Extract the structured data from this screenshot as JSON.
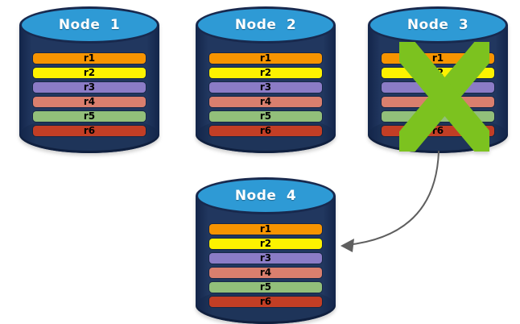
{
  "nodes": [
    {
      "label": "Node 1",
      "failed": false,
      "records": [
        {
          "label": "r1",
          "color": "#F79400"
        },
        {
          "label": "r2",
          "color": "#FDF200"
        },
        {
          "label": "r3",
          "color": "#8B7CC6"
        },
        {
          "label": "r4",
          "color": "#D97F6E"
        },
        {
          "label": "r5",
          "color": "#92BF7A"
        },
        {
          "label": "r6",
          "color": "#C23E25"
        }
      ]
    },
    {
      "label": "Node 2",
      "failed": false,
      "records": [
        {
          "label": "r1",
          "color": "#F79400"
        },
        {
          "label": "r2",
          "color": "#FDF200"
        },
        {
          "label": "r3",
          "color": "#8B7CC6"
        },
        {
          "label": "r4",
          "color": "#D97F6E"
        },
        {
          "label": "r5",
          "color": "#92BF7A"
        },
        {
          "label": "r6",
          "color": "#C23E25"
        }
      ]
    },
    {
      "label": "Node 3",
      "failed": true,
      "records": [
        {
          "label": "r1",
          "color": "#F79400"
        },
        {
          "label": "r2",
          "color": "#FDF200"
        },
        {
          "label": "r3",
          "color": "#8B7CC6"
        },
        {
          "label": "r4",
          "color": "#D97F6E"
        },
        {
          "label": "r5",
          "color": "#92BF7A"
        },
        {
          "label": "r6",
          "color": "#C23E25"
        }
      ]
    },
    {
      "label": "Node 4",
      "failed": false,
      "records": [
        {
          "label": "r1",
          "color": "#F79400"
        },
        {
          "label": "r2",
          "color": "#FDF200"
        },
        {
          "label": "r3",
          "color": "#8B7CC6"
        },
        {
          "label": "r4",
          "color": "#D97F6E"
        },
        {
          "label": "r5",
          "color": "#92BF7A"
        },
        {
          "label": "r6",
          "color": "#C23E25"
        }
      ]
    }
  ],
  "failure_x": {
    "node": "Node 3",
    "color": "#7CC21F"
  },
  "arrow": {
    "from": "Node 3",
    "to": "Node 4",
    "color": "#5F5F5F"
  },
  "colors": {
    "cylinder_body": "#21375F",
    "cylinder_top": "#2E9AD5",
    "cylinder_outline": "#18294E",
    "node_label_text": "#FFFFFF",
    "record_label_text": "#000000",
    "background": "#FFFFFF"
  }
}
